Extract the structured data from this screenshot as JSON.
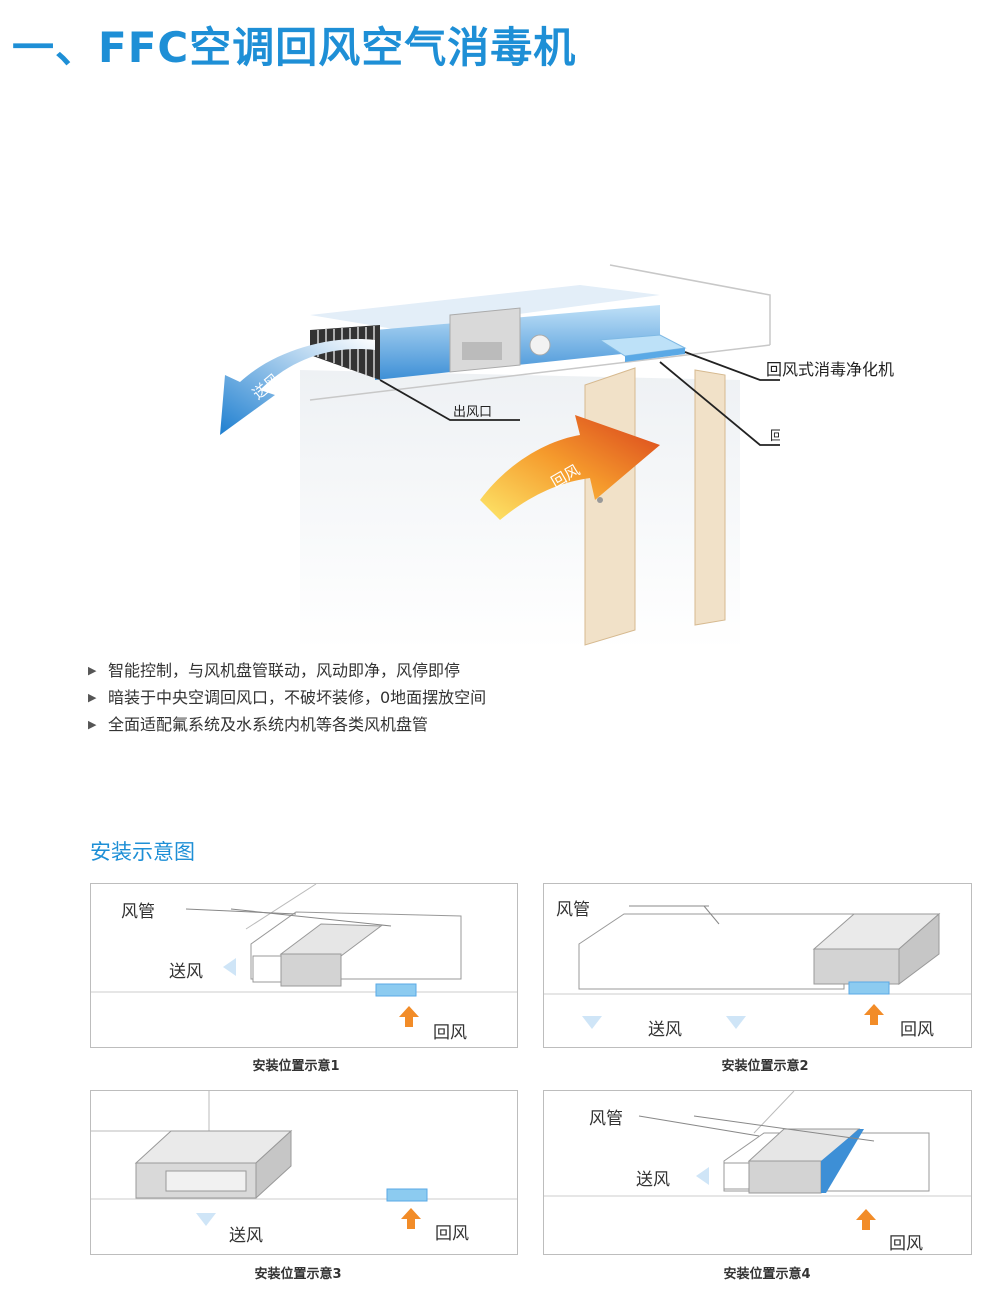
{
  "page": {
    "title": "一、FFC空调回风空气消毒机"
  },
  "hero": {
    "labels": {
      "supply": "送风",
      "return_arrow": "回风",
      "outlet": "出风口",
      "purifier": "回风式消毒净化机",
      "return_inlet": "回风口"
    }
  },
  "features": {
    "items": [
      "智能控制，与风机盘管联动，风动即净，风停即停",
      "暗装于中央空调回风口，不破坏装修，0地面摆放空间",
      "全面适配氟系统及水系统内机等各类风机盘管"
    ]
  },
  "install": {
    "section_title": "安装示意图",
    "panels": [
      {
        "duct": "风管",
        "supply": "送风",
        "return": "回风",
        "caption": "安装位置示意1"
      },
      {
        "duct": "风管",
        "supply": "送风",
        "return": "回风",
        "caption": "安装位置示意2"
      },
      {
        "supply": "送风",
        "return": "回风",
        "caption": "安装位置示意3"
      },
      {
        "duct": "风管",
        "supply": "送风",
        "return": "回风",
        "caption": "安装位置示意4"
      }
    ]
  },
  "colors": {
    "accent": "#1e8fd6",
    "duct_blue": "#5aa9e6",
    "filter_blue": "#8ccbf0",
    "return_orange": "#f28c28"
  },
  "icons": {
    "bullet": "triangle-right-icon",
    "supply_arrow": "arrow-down-blue-icon",
    "return_arrow": "arrow-up-orange-icon"
  }
}
